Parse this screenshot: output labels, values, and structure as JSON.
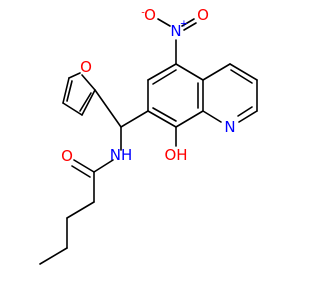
{
  "colors": {
    "bond": "#000000",
    "oxygen": "#ff0000",
    "nitrogen": "#0000ff",
    "background": "#ffffff"
  },
  "atoms": {
    "furan_o": "O",
    "nitro_o_left": "O",
    "nitro_o_left_charge": "-",
    "nitro_o_right": "O",
    "nitro_n": "N",
    "nitro_n_charge": "+",
    "quinoline_n": "N",
    "hydroxyl": "OH",
    "amide_o": "O",
    "amide_nh": "NH"
  }
}
